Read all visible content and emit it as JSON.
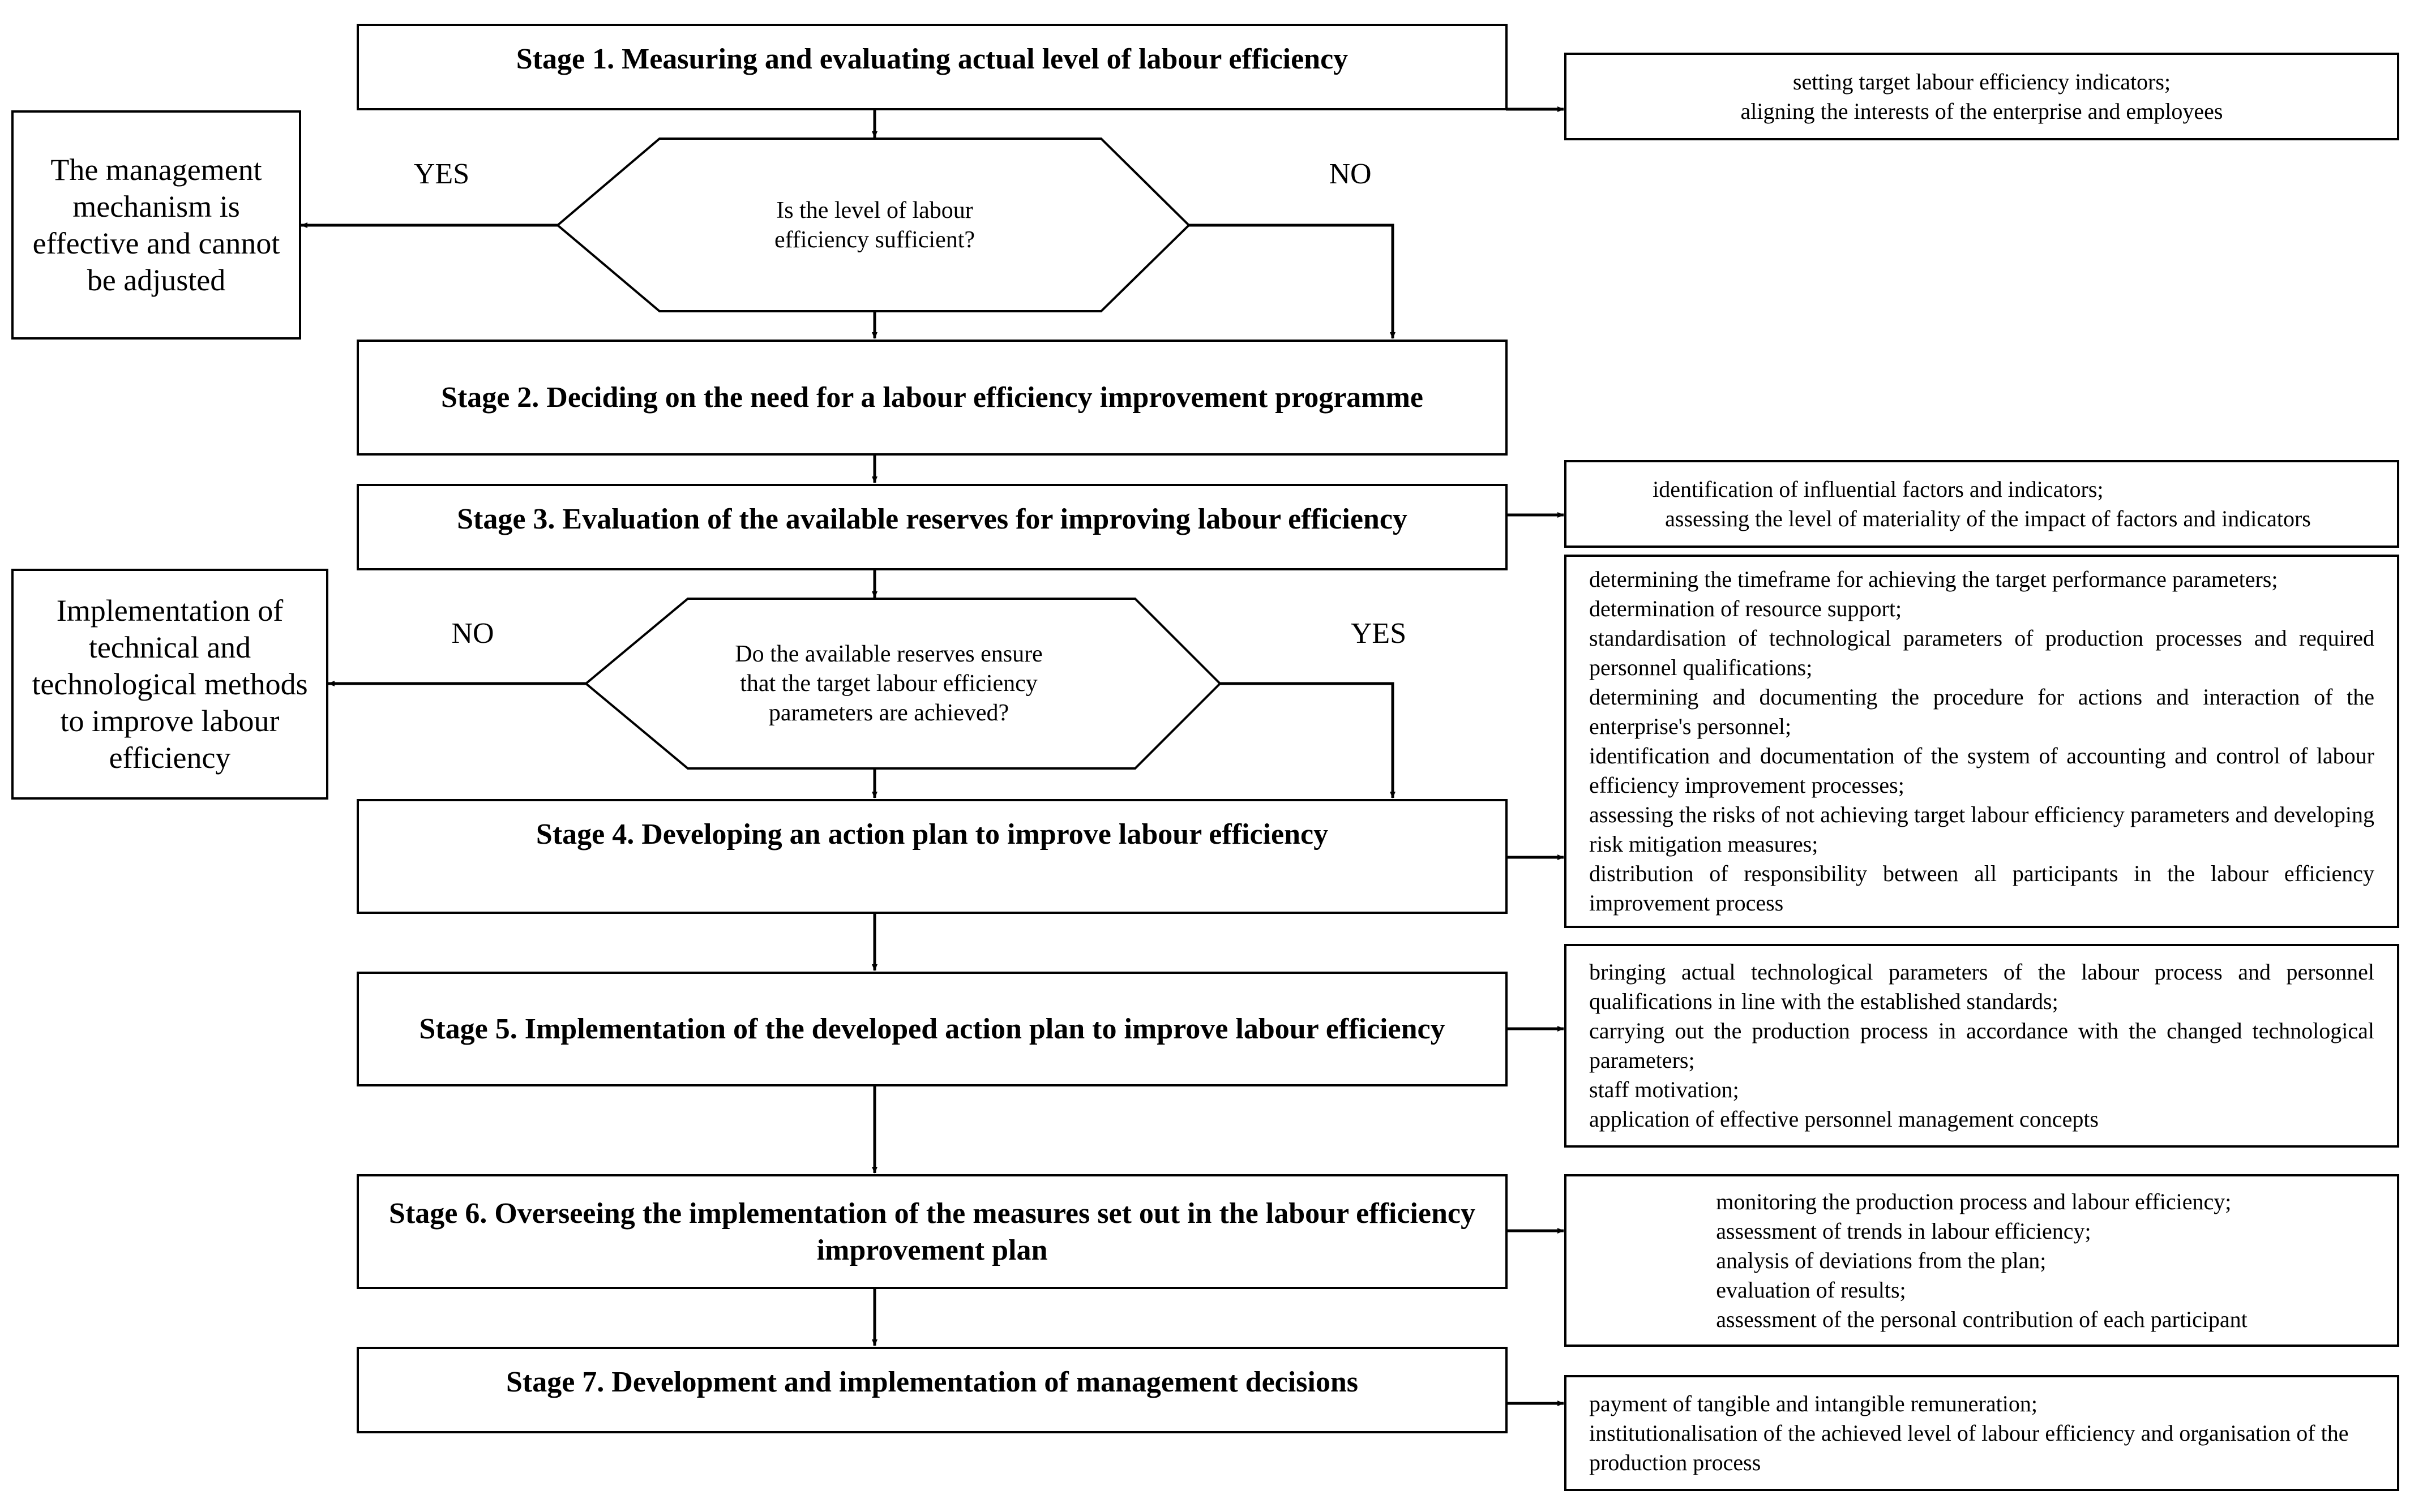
{
  "stages": {
    "s1": "Stage 1. Measuring and evaluating actual level of labour efficiency",
    "s2": "Stage 2. Deciding on the need for a labour efficiency improvement programme",
    "s3": "Stage 3. Evaluation of the available reserves for improving labour efficiency",
    "s4": "Stage 4. Developing an action plan to improve labour efficiency",
    "s5": "Stage 5. Implementation of the developed action plan to improve labour efficiency",
    "s6": "Stage 6. Overseeing the implementation of the measures set out in the labour efficiency improvement plan",
    "s7": "Stage 7. Development and implementation of management decisions"
  },
  "decisions": {
    "d1": "Is the level of labour efficiency sufficient?",
    "d2": "Do the available reserves ensure that the target labour efficiency parameters are achieved?"
  },
  "outcomes": {
    "o1": "The management mechanism is effective and cannot be adjusted",
    "o2": "Implementation of technical and technological methods to improve labour efficiency"
  },
  "branch_labels": {
    "d1_left": "YES",
    "d1_right": "NO",
    "d2_left": "NO",
    "d2_right": "YES"
  },
  "side_notes": {
    "n1": [
      "setting target labour efficiency indicators;",
      "aligning the interests of the enterprise and employees"
    ],
    "n3": [
      "identification of influential factors and indicators;",
      "assessing the level of materiality of the impact of factors and indicators"
    ],
    "n4": [
      "determining the timeframe for achieving the target performance parameters;",
      "determination of resource support;",
      "standardisation of technological parameters of production processes and required personnel qualifications;",
      "determining and documenting the procedure for actions and interaction of the enterprise's personnel;",
      "identification and documentation of the system of accounting and control of labour efficiency improvement processes;",
      "assessing the risks of not achieving target labour efficiency parameters and developing risk mitigation measures;",
      "distribution of responsibility between all participants in the labour efficiency improvement process"
    ],
    "n5": [
      "bringing actual technological parameters of the labour process and personnel qualifications in line with the established standards;",
      "carrying out the production process in accordance with the changed technological parameters;",
      "staff motivation;",
      "application of effective personnel management concepts"
    ],
    "n6": [
      "monitoring the production process and labour efficiency;",
      "assessment of trends in labour efficiency;",
      "analysis of deviations from the plan;",
      "evaluation of results;",
      "assessment of the personal contribution of each participant"
    ],
    "n7": [
      "payment of tangible and intangible remuneration;",
      "institutionalisation of the achieved level of labour efficiency and organisation of the production process"
    ]
  }
}
